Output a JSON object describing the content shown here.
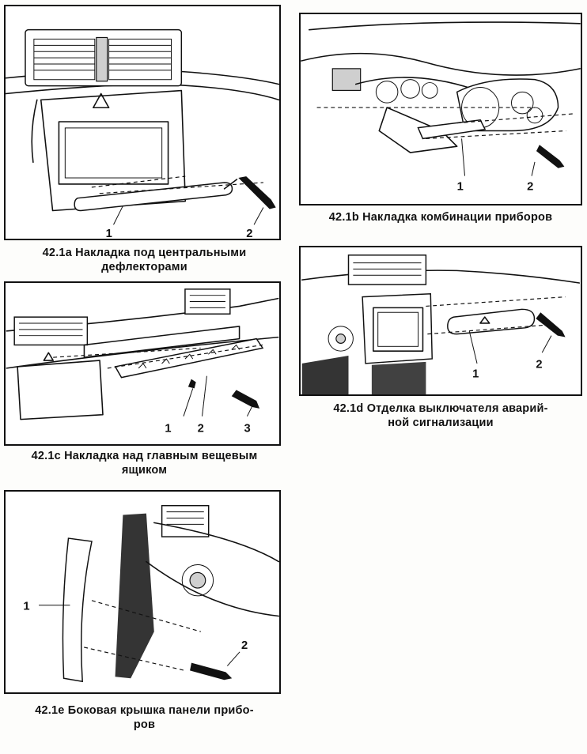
{
  "figures": [
    {
      "id": "42.1a",
      "caption_lines": [
        "42.1а Накладка под центральными",
        "дефлекторами"
      ],
      "callouts": [
        "1",
        "2"
      ]
    },
    {
      "id": "42.1b",
      "caption_lines": [
        "42.1b Накладка комбинации приборов"
      ],
      "callouts": [
        "1",
        "2"
      ]
    },
    {
      "id": "42.1c",
      "caption_lines": [
        "42.1с Накладка над главным вещевым",
        "ящиком"
      ],
      "callouts": [
        "1",
        "2",
        "3"
      ]
    },
    {
      "id": "42.1d",
      "caption_lines": [
        "42.1d Отделка выключателя аварий-",
        "ной сигнализации"
      ],
      "callouts": [
        "1",
        "2"
      ]
    },
    {
      "id": "42.1e",
      "caption_lines": [
        "42.1е Боковая крышка панели прибо-",
        "ров"
      ],
      "callouts": [
        "1",
        "2"
      ]
    }
  ]
}
